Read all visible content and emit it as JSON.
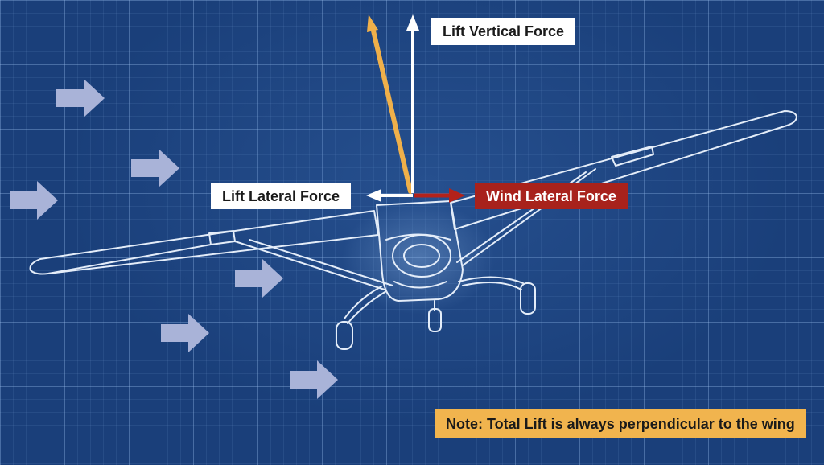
{
  "labels": {
    "lift_vertical": "Lift Vertical Force",
    "lift_lateral": "Lift Lateral Force",
    "wind_lateral": "Wind Lateral Force",
    "note": "Note: Total Lift is always perpendicular to the wing"
  },
  "colors": {
    "background": "#1a3f7a",
    "total_lift_arrow": "#f0b04a",
    "vertical_arrow": "#ffffff",
    "lift_lateral_arrow": "#ffffff",
    "wind_arrow": "#b3221a",
    "wind_chevrons": "#a9b3d8",
    "note_background": "#f1b44e"
  },
  "icons": {
    "wind": "right-arrow-chevron",
    "aircraft": "high-wing-airplane-outline"
  }
}
